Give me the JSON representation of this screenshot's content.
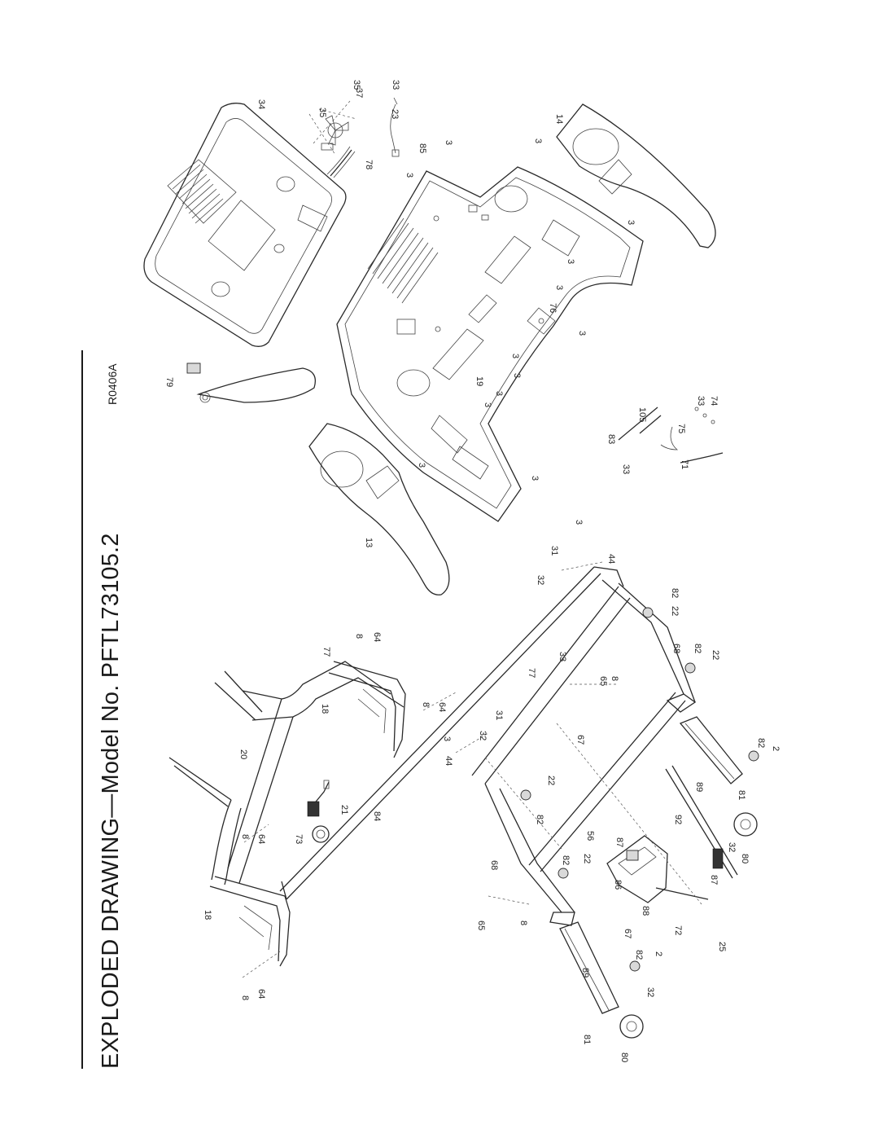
{
  "title": "EXPLODED DRAWING—Model No. PFTL73105.2",
  "reference_code": "R0406A",
  "callouts": [
    {
      "n": "34"
    },
    {
      "n": "35"
    },
    {
      "n": "37"
    },
    {
      "n": "35"
    },
    {
      "n": "33"
    },
    {
      "n": "23"
    },
    {
      "n": "78"
    },
    {
      "n": "85"
    },
    {
      "n": "3"
    },
    {
      "n": "3"
    },
    {
      "n": "14"
    },
    {
      "n": "3"
    },
    {
      "n": "3"
    },
    {
      "n": "3"
    },
    {
      "n": "3"
    },
    {
      "n": "76"
    },
    {
      "n": "3"
    },
    {
      "n": "3"
    },
    {
      "n": "3"
    },
    {
      "n": "19"
    },
    {
      "n": "3"
    },
    {
      "n": "3"
    },
    {
      "n": "3"
    },
    {
      "n": "3"
    },
    {
      "n": "79"
    },
    {
      "n": "13"
    },
    {
      "n": "105"
    },
    {
      "n": "33"
    },
    {
      "n": "74"
    },
    {
      "n": "83"
    },
    {
      "n": "75"
    },
    {
      "n": "33"
    },
    {
      "n": "71"
    },
    {
      "n": "3"
    },
    {
      "n": "31"
    },
    {
      "n": "32"
    },
    {
      "n": "44"
    },
    {
      "n": "82"
    },
    {
      "n": "22"
    },
    {
      "n": "68"
    },
    {
      "n": "82"
    },
    {
      "n": "22"
    },
    {
      "n": "8"
    },
    {
      "n": "64"
    },
    {
      "n": "77"
    },
    {
      "n": "33"
    },
    {
      "n": "77"
    },
    {
      "n": "65"
    },
    {
      "n": "8"
    },
    {
      "n": "18"
    },
    {
      "n": "8"
    },
    {
      "n": "64"
    },
    {
      "n": "20"
    },
    {
      "n": "3"
    },
    {
      "n": "31"
    },
    {
      "n": "44"
    },
    {
      "n": "32"
    },
    {
      "n": "67"
    },
    {
      "n": "82"
    },
    {
      "n": "2"
    },
    {
      "n": "22"
    },
    {
      "n": "82"
    },
    {
      "n": "89"
    },
    {
      "n": "81"
    },
    {
      "n": "21"
    },
    {
      "n": "84"
    },
    {
      "n": "92"
    },
    {
      "n": "32"
    },
    {
      "n": "80"
    },
    {
      "n": "8"
    },
    {
      "n": "64"
    },
    {
      "n": "73"
    },
    {
      "n": "56"
    },
    {
      "n": "87"
    },
    {
      "n": "68"
    },
    {
      "n": "22"
    },
    {
      "n": "82"
    },
    {
      "n": "86"
    },
    {
      "n": "87"
    },
    {
      "n": "88"
    },
    {
      "n": "65"
    },
    {
      "n": "8"
    },
    {
      "n": "18"
    },
    {
      "n": "67"
    },
    {
      "n": "72"
    },
    {
      "n": "25"
    },
    {
      "n": "82"
    },
    {
      "n": "2"
    },
    {
      "n": "89"
    },
    {
      "n": "32"
    },
    {
      "n": "8"
    },
    {
      "n": "64"
    },
    {
      "n": "81"
    },
    {
      "n": "80"
    }
  ]
}
